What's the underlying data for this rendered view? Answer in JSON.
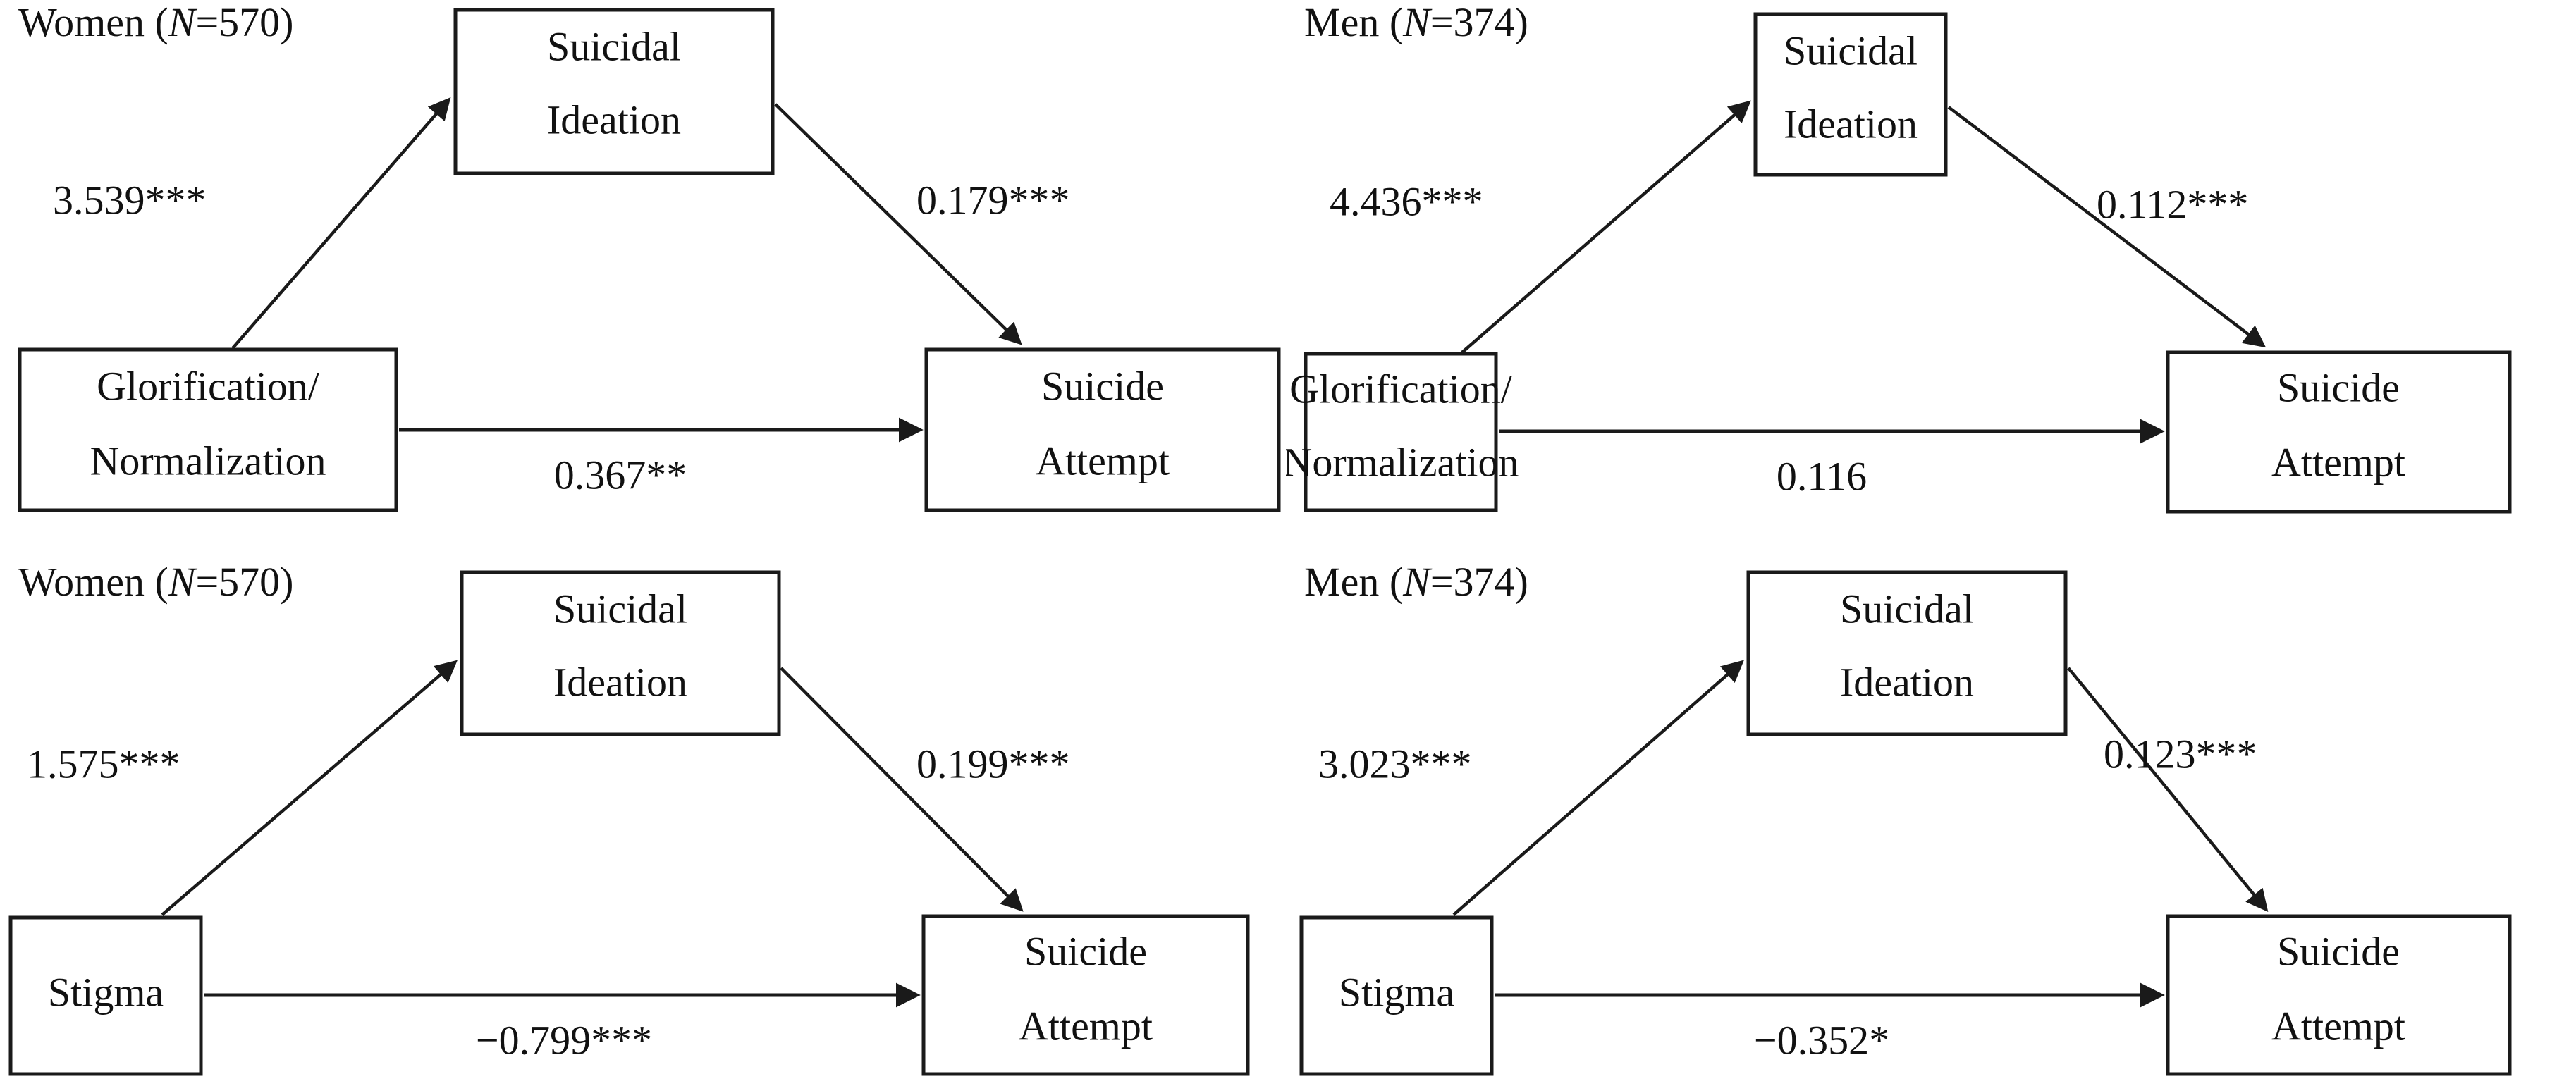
{
  "figure": {
    "type": "mediation-path-diagram-grid",
    "panel_count": 4,
    "arrow_color": "#1a1a1a",
    "box_fill": "#ffffff",
    "background": "#ffffff"
  },
  "chart_data": {
    "type": "diagram",
    "title": "",
    "description": "Four mediation path diagrams showing indirect effects of Glorification/Normalization and Stigma on Suicide Attempt through Suicidal Ideation, separately for women and men.",
    "panels": [
      {
        "id": "panel-1",
        "title_prefix": "Women (",
        "title_italic": "N",
        "title_suffix": "=570)",
        "title_full": "Women (N=570)",
        "group": "Women",
        "n": 570,
        "predictor": {
          "line1": "Glorification/",
          "line2": "Normalization"
        },
        "mediator": {
          "line1": "Suicidal",
          "line2": "Ideation"
        },
        "outcome": {
          "line1": "Suicide",
          "line2": "Attempt"
        },
        "paths": {
          "a": {
            "label": "3.539***",
            "value": 3.539,
            "stars": 3,
            "from": "predictor",
            "to": "mediator"
          },
          "b": {
            "label": "0.179***",
            "value": 0.179,
            "stars": 3,
            "from": "mediator",
            "to": "outcome"
          },
          "c": {
            "label": "0.367**",
            "value": 0.367,
            "stars": 2,
            "from": "predictor",
            "to": "outcome"
          }
        }
      },
      {
        "id": "panel-2",
        "title_prefix": "Men (",
        "title_italic": "N",
        "title_suffix": "=374)",
        "title_full": "Men (N=374)",
        "group": "Men",
        "n": 374,
        "predictor": {
          "line1": "Glorification/",
          "line2": "Normalization"
        },
        "mediator": {
          "line1": "Suicidal",
          "line2": "Ideation"
        },
        "outcome": {
          "line1": "Suicide",
          "line2": "Attempt"
        },
        "paths": {
          "a": {
            "label": "4.436***",
            "value": 4.436,
            "stars": 3,
            "from": "predictor",
            "to": "mediator"
          },
          "b": {
            "label": "0.112***",
            "value": 0.112,
            "stars": 3,
            "from": "mediator",
            "to": "outcome"
          },
          "c": {
            "label": "0.116",
            "value": 0.116,
            "stars": 0,
            "from": "predictor",
            "to": "outcome"
          }
        }
      },
      {
        "id": "panel-3",
        "title_prefix": "Women (",
        "title_italic": "N",
        "title_suffix": "=570)",
        "title_full": "Women (N=570)",
        "group": "Women",
        "n": 570,
        "predictor": {
          "line1": "Stigma",
          "line2": ""
        },
        "mediator": {
          "line1": "Suicidal",
          "line2": "Ideation"
        },
        "outcome": {
          "line1": "Suicide",
          "line2": "Attempt"
        },
        "paths": {
          "a": {
            "label": "1.575***",
            "value": 1.575,
            "stars": 3,
            "from": "predictor",
            "to": "mediator"
          },
          "b": {
            "label": "0.199***",
            "value": 0.199,
            "stars": 3,
            "from": "mediator",
            "to": "outcome"
          },
          "c": {
            "label": "−0.799***",
            "value": -0.799,
            "stars": 3,
            "from": "predictor",
            "to": "outcome"
          }
        }
      },
      {
        "id": "panel-4",
        "title_prefix": "Men (",
        "title_italic": "N",
        "title_suffix": "=374)",
        "title_full": "Men (N=374)",
        "group": "Men",
        "n": 374,
        "predictor": {
          "line1": "Stigma",
          "line2": ""
        },
        "mediator": {
          "line1": "Suicidal",
          "line2": "Ideation"
        },
        "outcome": {
          "line1": "Suicide",
          "line2": "Attempt"
        },
        "paths": {
          "a": {
            "label": "3.023***",
            "value": 3.023,
            "stars": 3,
            "from": "predictor",
            "to": "mediator"
          },
          "b": {
            "label": "0.123***",
            "value": 0.123,
            "stars": 3,
            "from": "mediator",
            "to": "outcome"
          },
          "c": {
            "label": "−0.352*",
            "value": -0.352,
            "stars": 1,
            "from": "predictor",
            "to": "outcome"
          }
        }
      }
    ]
  }
}
